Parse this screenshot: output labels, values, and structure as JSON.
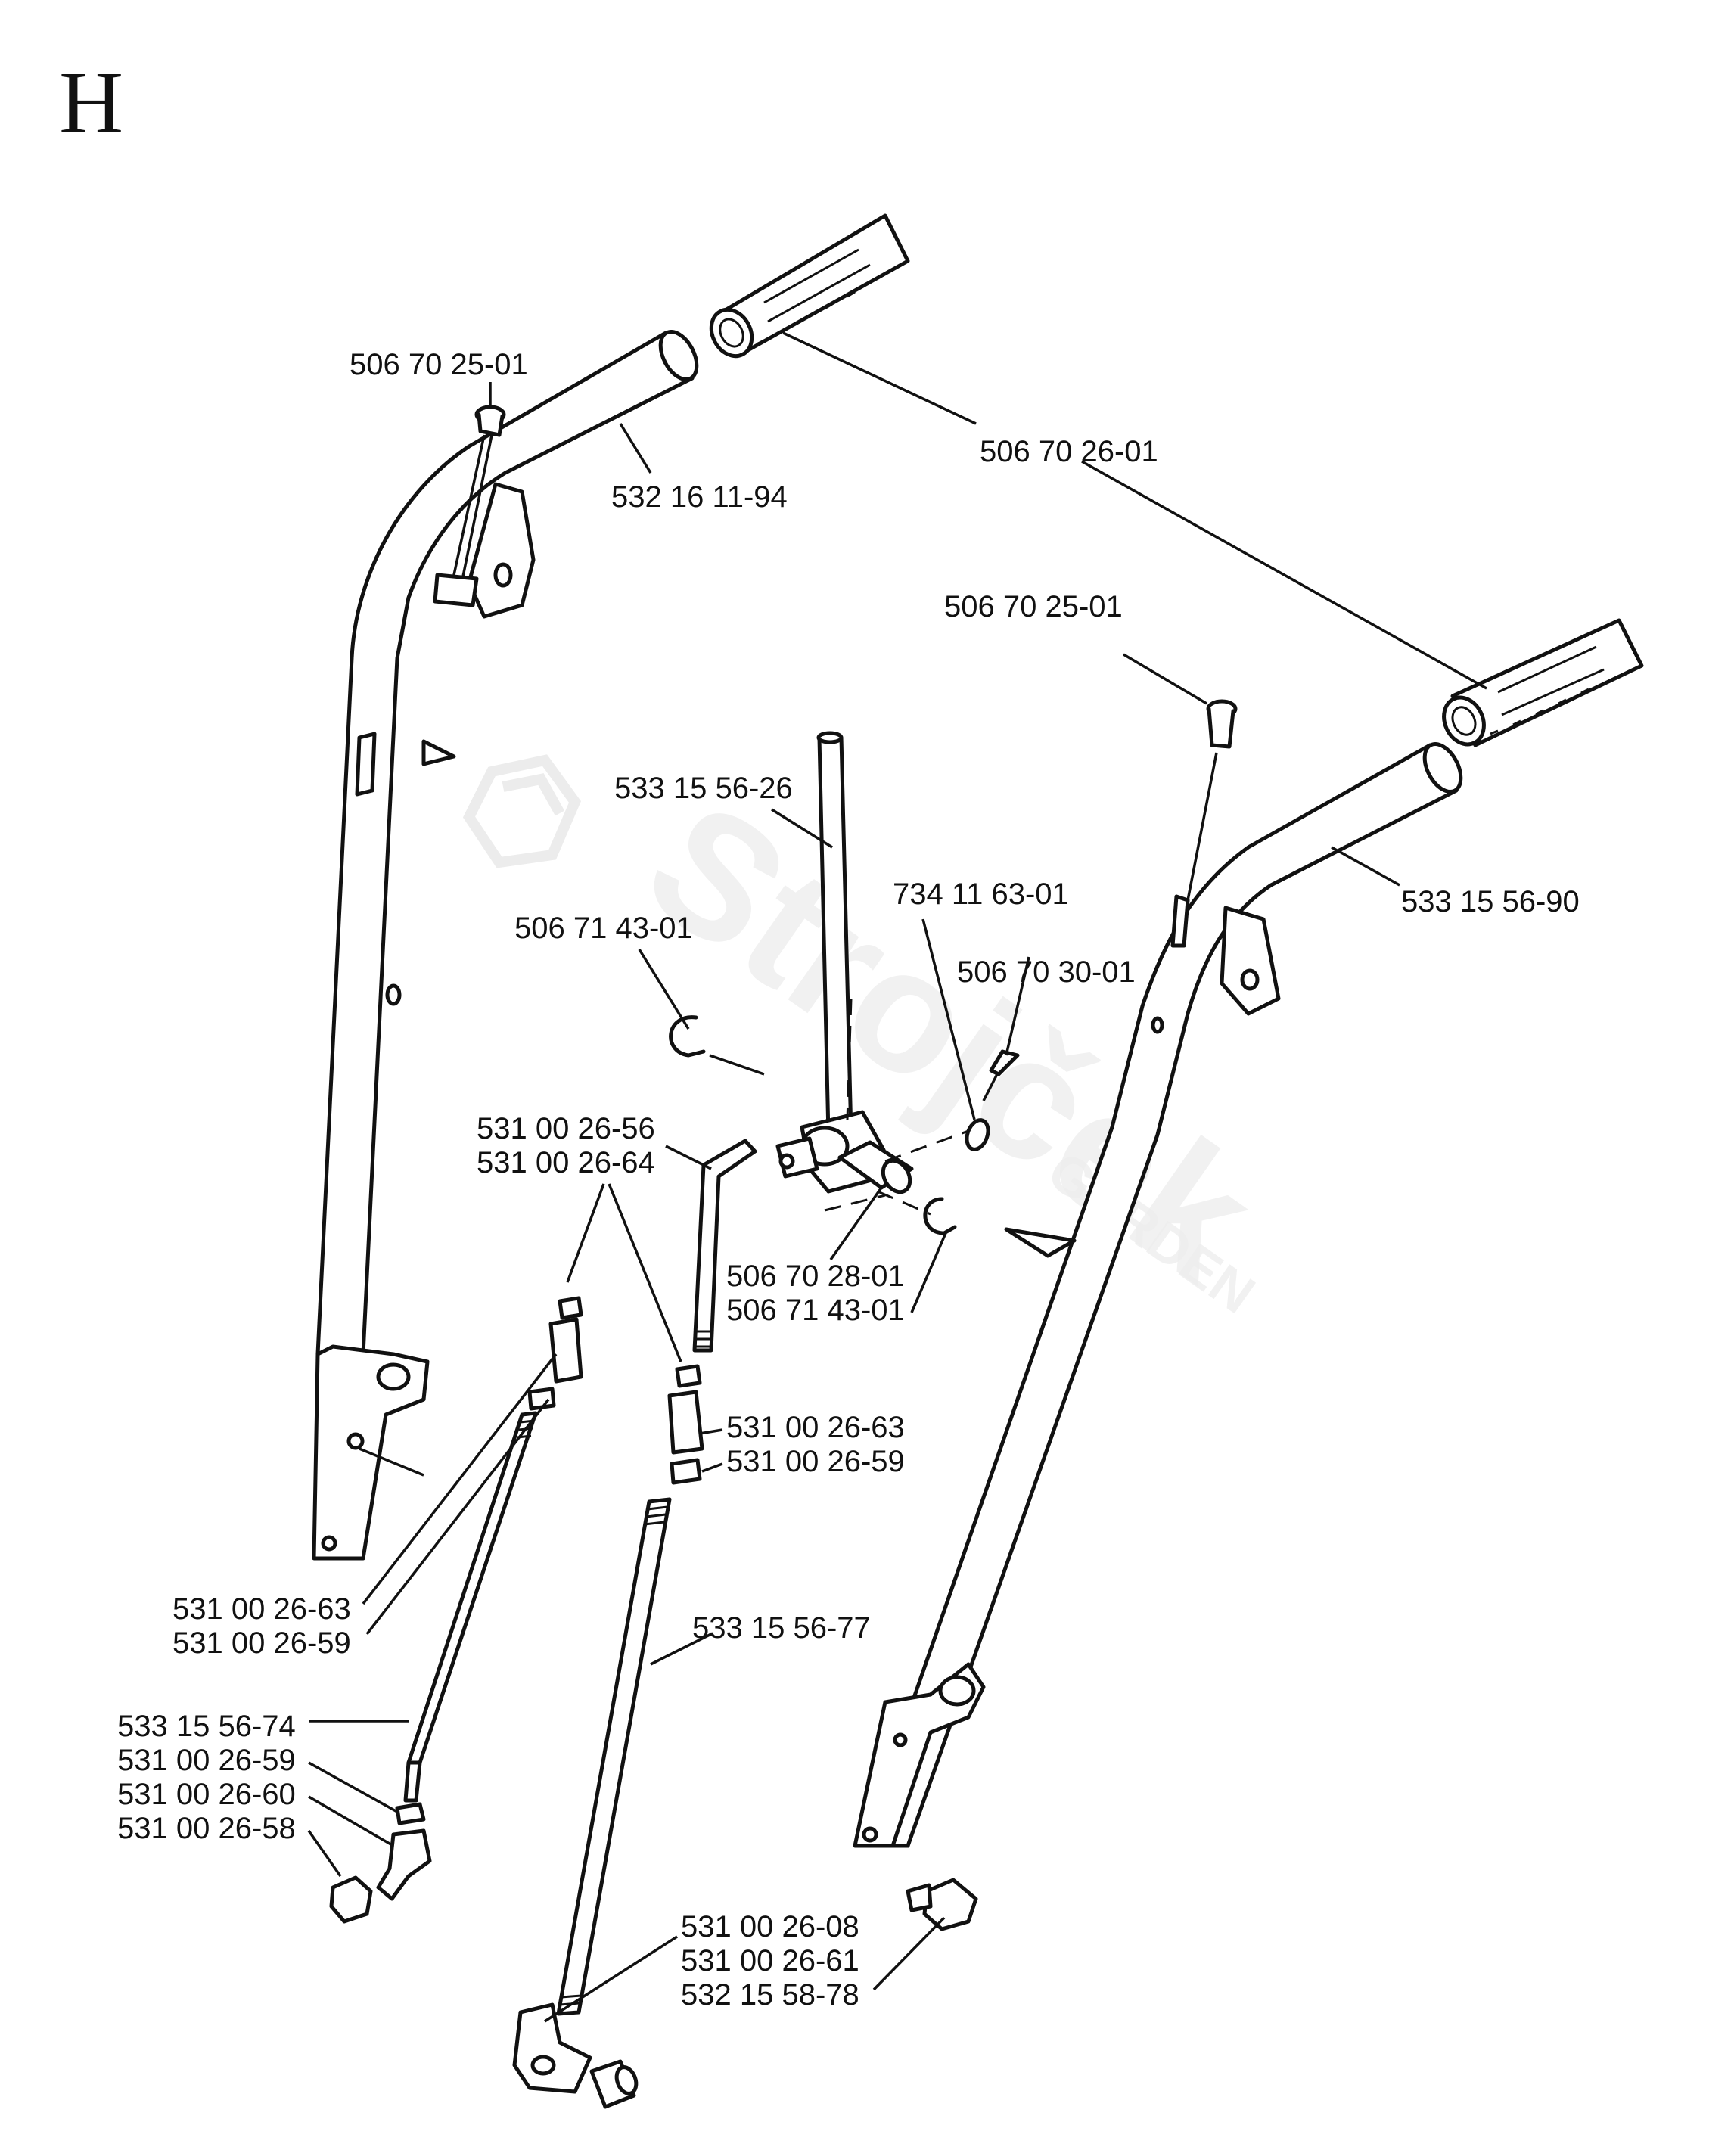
{
  "section_letter": "H",
  "watermark": {
    "brand": "Strojček",
    "sub": "GARDEN"
  },
  "labels": {
    "l01": "506 70 25-01",
    "l02": "532 16 11-94",
    "l03": "506 70 26-01",
    "l04": "506 70 25-01",
    "l05": "533 15 56-26",
    "l06": "734 11 63-01",
    "l07": "533 15 56-90",
    "l08": "506 71 43-01",
    "l09": "506 70 30-01",
    "l10": "531 00 26-56",
    "l11": "531 00 26-64",
    "l12": "506 70 28-01",
    "l13": "506 71 43-01",
    "l14": "531 00 26-63",
    "l15": "531 00 26-59",
    "l16": "531 00 26-63",
    "l17": "531 00 26-59",
    "l18": "533 15 56-77",
    "l19": "533 15 56-74",
    "l20": "531 00 26-59",
    "l21": "531 00 26-60",
    "l22": "531 00 26-58",
    "l23": "531 00 26-08",
    "l24": "531 00 26-61",
    "l25": "532 15 58-78"
  }
}
